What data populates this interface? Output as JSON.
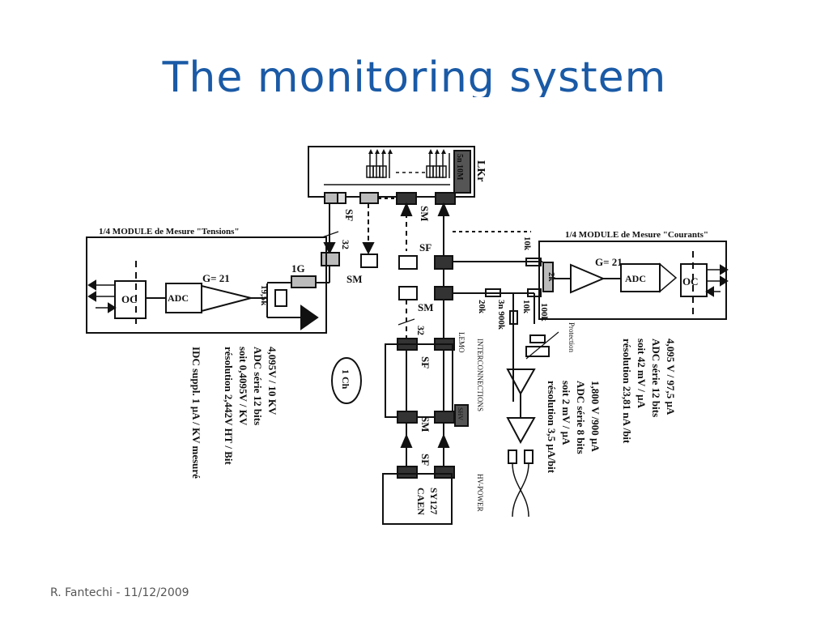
{
  "slide": {
    "title": "The monitoring system",
    "footer": "R. Fantechi -  11/12/2009"
  },
  "diagram": {
    "lkr": "LKr",
    "box_5n10m": "5n 10M",
    "module_tensions": "1/4 MODULE de Mesure \"Tensions\"",
    "module_courants": "1/4 MODULE de Mesure \"Courants\"",
    "sf": "SF",
    "sm": "SM",
    "n32": "32",
    "g1": "1G",
    "g21": "G= 21",
    "oc": "OC",
    "adc": "ADC",
    "r195k": "19,5k",
    "r10k": "10k",
    "r2k": "2k",
    "r20k": "20k",
    "r100k": "100k",
    "r3n900k": "3n 900k",
    "protection": "Protection",
    "lemo": "LEMO",
    "interconnections": "INTERCONNECTIONS",
    "shv": "SHV",
    "hv_power": "HV-POWER",
    "sy127": "SY127",
    "caen": "CAEN",
    "one_ch": "1 Ch",
    "volt_specs": [
      "4,095V / 10 KV",
      "ADC série 12 bits",
      "soit 0,4095V / KV",
      "résolution 2,442V HT / Bit"
    ],
    "idc_note": "IDC suppl. 1 µA / KV mesuré",
    "cur_specs": [
      "4,095 V / 97,5 µA",
      "ADC série 12 bits",
      "soit 42 mV / µA",
      "résolution 23,81 nA /bit"
    ],
    "adc8_specs": [
      "1,800 V /900 µA",
      "ADC série 8 bits",
      "soit 2 mV / µA",
      "résolution 3,5 µA/bit"
    ]
  }
}
